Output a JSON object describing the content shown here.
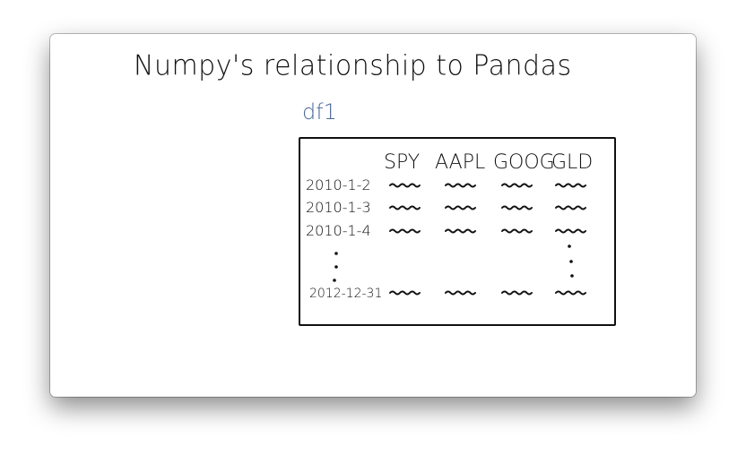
{
  "title": "Numpy's relationship to Pandas",
  "dataframe": {
    "name": "df1",
    "columns": [
      "SPY",
      "AAPL",
      "GOOG",
      "GLD"
    ],
    "rows": [
      "2010-1-2",
      "2010-1-3",
      "2010-1-4",
      "2012-12-31"
    ],
    "ellipsis": "⋮"
  },
  "colors": {
    "ink": "#111111",
    "label_blue": "#4a6796",
    "background": "#ffffff"
  }
}
